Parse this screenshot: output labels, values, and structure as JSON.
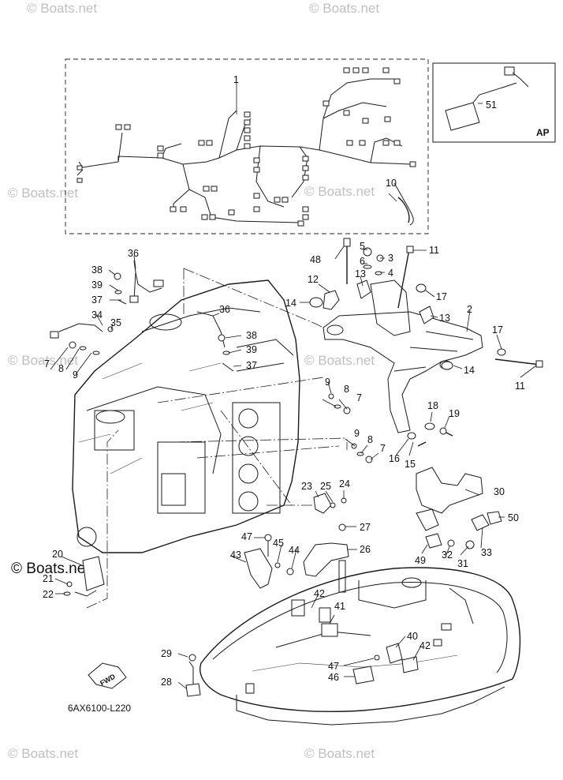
{
  "watermark": {
    "text": "© Boats.net"
  },
  "diagram_code": "6AX6100-L220",
  "ap_box": {
    "label": "AP",
    "callout": "51"
  },
  "fwd_label": "FWD",
  "callouts": {
    "c1": "1",
    "c2": "2",
    "c3": "3",
    "c4": "4",
    "c5": "5",
    "c6": "6",
    "c7": "7",
    "c7b": "7",
    "c7c": "7",
    "c8": "8",
    "c8b": "8",
    "c8c": "8",
    "c9": "9",
    "c9b": "9",
    "c9c": "9",
    "c10": "10",
    "c11": "11",
    "c11b": "11",
    "c12": "12",
    "c13": "13",
    "c13b": "13",
    "c14": "14",
    "c14b": "14",
    "c15": "15",
    "c16": "16",
    "c17": "17",
    "c17b": "17",
    "c18": "18",
    "c19": "19",
    "c20": "20",
    "c21": "21",
    "c22": "22",
    "c23": "23",
    "c24": "24",
    "c25": "25",
    "c26": "26",
    "c27": "27",
    "c28": "28",
    "c29": "29",
    "c30": "30",
    "c31": "31",
    "c32": "32",
    "c33": "33",
    "c34": "34",
    "c35": "35",
    "c36": "36",
    "c36b": "36",
    "c37": "37",
    "c37b": "37",
    "c38": "38",
    "c38b": "38",
    "c39": "39",
    "c39b": "39",
    "c40": "40",
    "c41": "41",
    "c42": "42",
    "c42b": "42",
    "c43": "43",
    "c44": "44",
    "c45": "45",
    "c46": "46",
    "c47": "47",
    "c47b": "47",
    "c48": "48",
    "c49": "49",
    "c50": "50"
  }
}
